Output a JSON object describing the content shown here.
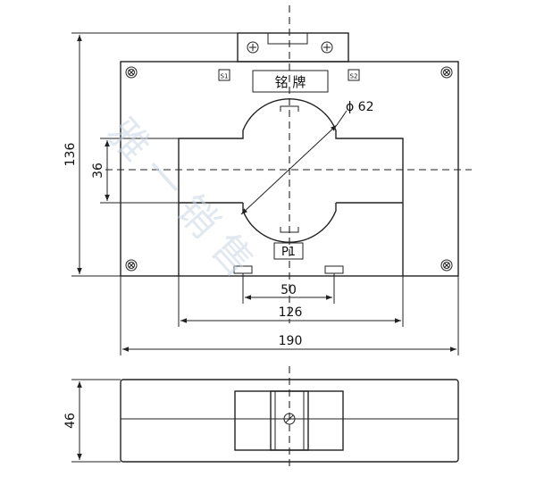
{
  "nameplate": {
    "label": "铭 牌"
  },
  "terminals": {
    "s1": "S1",
    "s2": "S2",
    "p1": "P1"
  },
  "dimensions": {
    "diameter": "ϕ 62",
    "slot_height": "36",
    "body_height": "136",
    "slot_spacing": "50",
    "window_width": "126",
    "overall_width": "190",
    "depth": "46"
  },
  "watermark": {
    "text": "雅 一 销 售"
  }
}
